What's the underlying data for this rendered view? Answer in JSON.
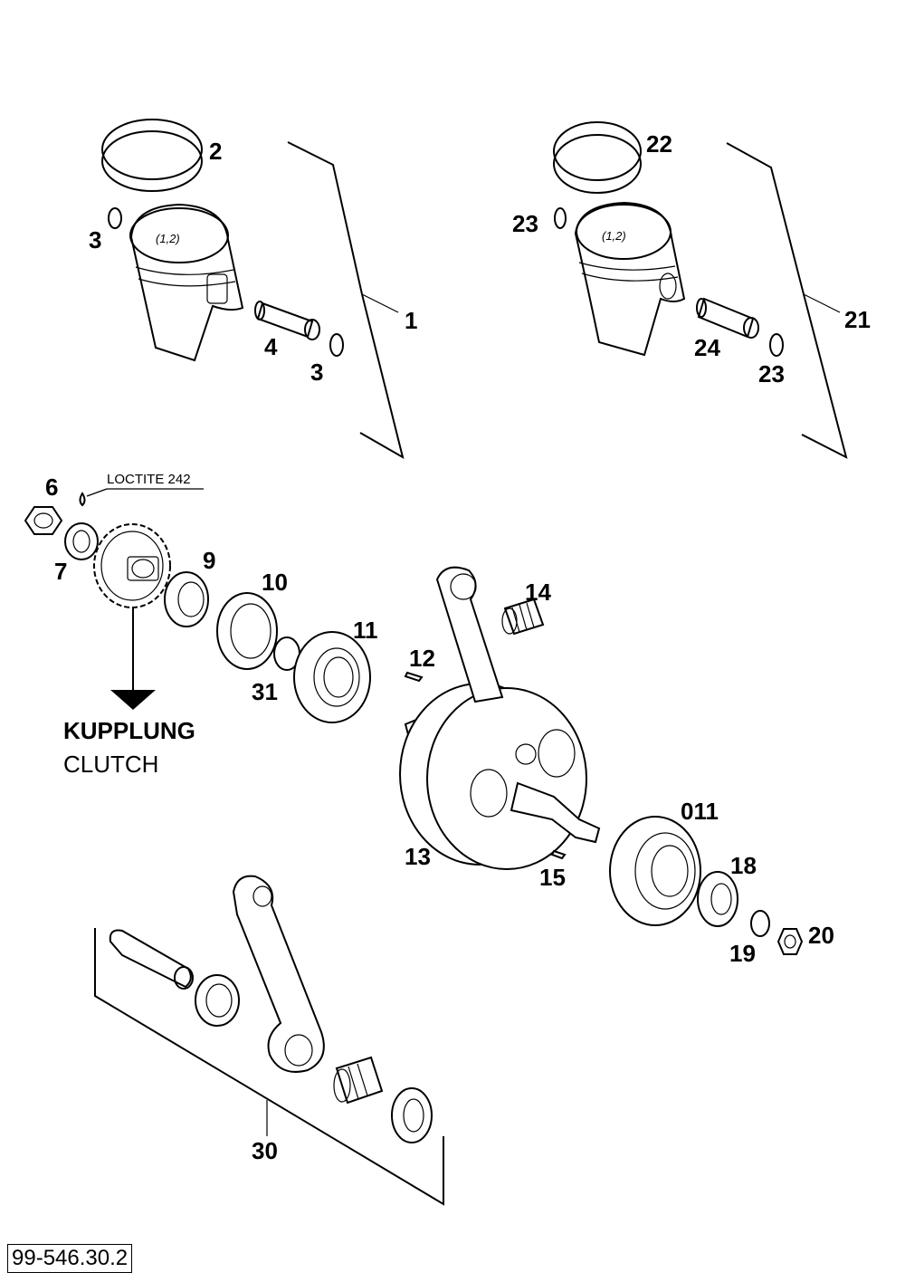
{
  "callouts": {
    "p1": "1",
    "p2": "2",
    "p3a": "3",
    "p3b": "3",
    "p4": "4",
    "p6": "6",
    "p7": "7",
    "p9": "9",
    "p10": "10",
    "p11": "11",
    "p12": "12",
    "p13": "13",
    "p14": "14",
    "p15": "15",
    "p18": "18",
    "p19": "19",
    "p20": "20",
    "p21": "21",
    "p22": "22",
    "p23a": "23",
    "p23b": "23",
    "p24": "24",
    "p30": "30",
    "p31": "31",
    "p011": "011"
  },
  "piston_marking_left": "(1,2)",
  "piston_marking_right": "(1,2)",
  "notes": {
    "loctite": "LOCTITE 242",
    "kupplung": "KUPPLUNG",
    "clutch": "CLUTCH"
  },
  "document_number": "99-546.30.2"
}
